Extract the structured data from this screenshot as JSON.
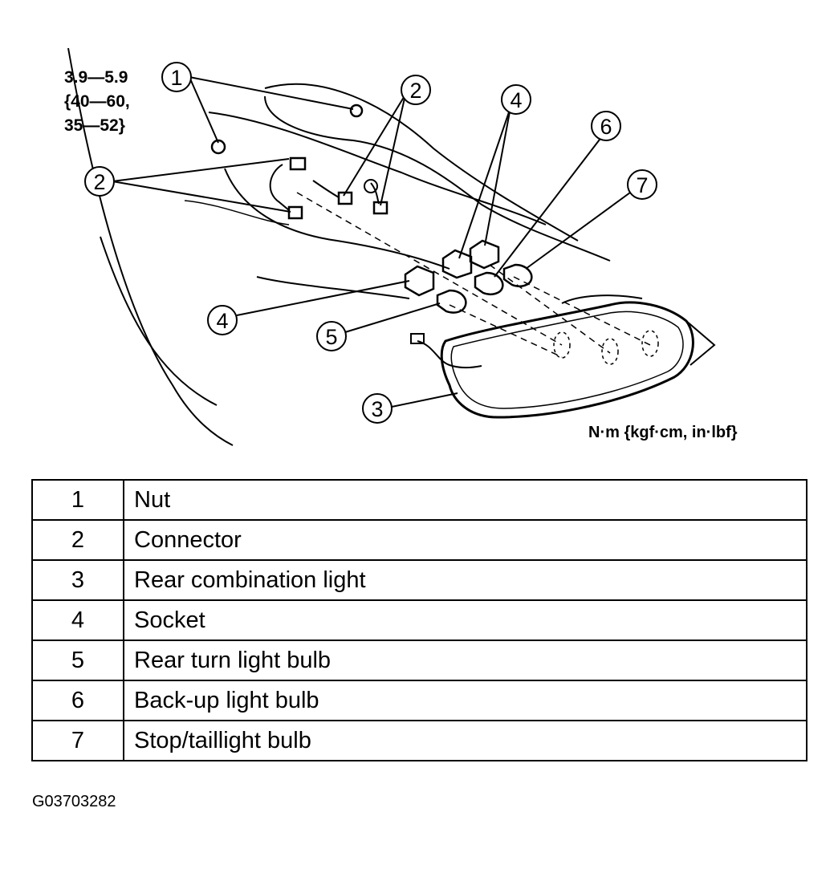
{
  "torque_spec": [
    "3.9—5.9",
    "{40—60,",
    "35—52}"
  ],
  "unit_label": "N·m {kgf·cm, in·lbf}",
  "callouts": [
    "1",
    "2",
    "3",
    "4",
    "5",
    "6",
    "7"
  ],
  "legend": [
    {
      "num": "1",
      "desc": "Nut"
    },
    {
      "num": "2",
      "desc": "Connector"
    },
    {
      "num": "3",
      "desc": "Rear combination light"
    },
    {
      "num": "4",
      "desc": "Socket"
    },
    {
      "num": "5",
      "desc": "Rear turn light bulb"
    },
    {
      "num": "6",
      "desc": "Back-up light bulb"
    },
    {
      "num": "7",
      "desc": "Stop/taillight bulb"
    }
  ],
  "figure_code": "G03703282"
}
